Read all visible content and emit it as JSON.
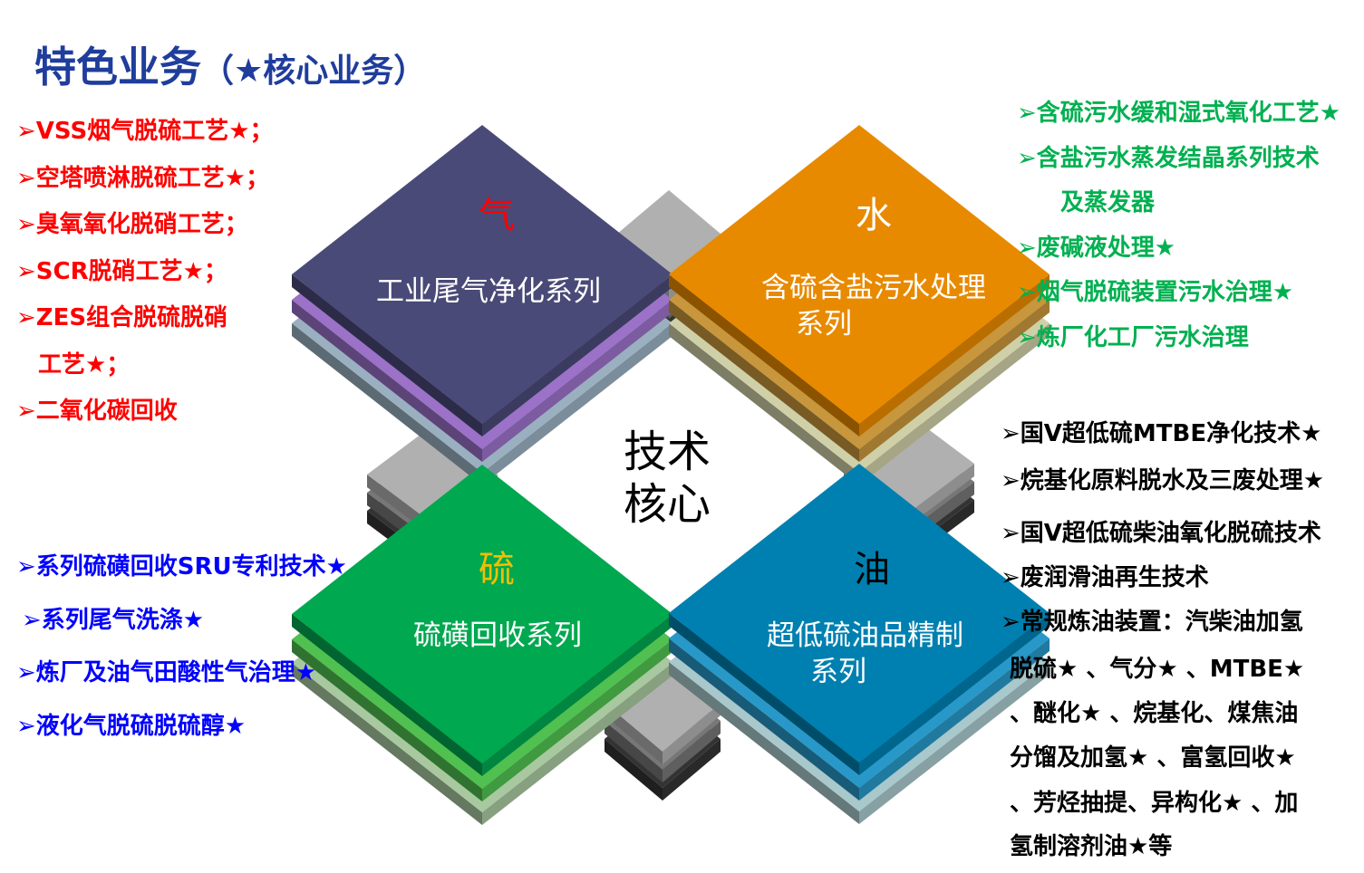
{
  "title": {
    "main": "特色业务",
    "sub": "（★核心业务）"
  },
  "center": {
    "line1": "技术",
    "line2": "核心"
  },
  "quadrants": [
    {
      "icon_char": "气",
      "label": "工业尾气净化系列",
      "label2": "",
      "colors": {
        "top": "#4a4a78",
        "mid": "#9b72c8",
        "bot": "#9ab0c0",
        "circle": "#ccccff",
        "char": "#ff0000"
      }
    },
    {
      "icon_char": "水",
      "label": "含硫含盐污水处理",
      "label2": "系列",
      "colors": {
        "top": "#e88a00",
        "mid": "#c8963c",
        "bot": "#d0d0a8",
        "circle": "#ffcc99",
        "char": "#ffffff"
      }
    },
    {
      "icon_char": "硫",
      "label": "硫磺回收系列",
      "label2": "",
      "colors": {
        "top": "#00a850",
        "mid": "#50c050",
        "bot": "#a8c8a0",
        "circle": "#ccffcc",
        "char": "#f0c000"
      }
    },
    {
      "icon_char": "油",
      "label": "超低硫油品精制",
      "label2": "系列",
      "colors": {
        "top": "#0080b0",
        "mid": "#2898c8",
        "bot": "#a8c8cc",
        "circle": "#ccffff",
        "char": "#000000"
      }
    }
  ],
  "lists": {
    "gas": [
      "VSS烟气脱硫工艺★；",
      "空塔喷淋脱硫工艺★；",
      "臭氧氧化脱硝工艺；",
      "SCR脱硝工艺★；",
      "ZES组合脱硫脱硝",
      "工艺★；",
      "二氧化碳回收"
    ],
    "water": [
      "含硫污水缓和湿式氧化工艺★",
      "含盐污水蒸发结晶系列技术",
      "及蒸发器",
      "废碱液处理★",
      "烟气脱硫装置污水治理★",
      "炼厂化工厂污水治理"
    ],
    "sulfur": [
      "系列硫磺回收SRU专利技术★",
      "系列尾气洗涤★",
      "炼厂及油气田酸性气治理★",
      "液化气脱硫脱硫醇★"
    ],
    "oil": [
      "国V超低硫MTBE净化技术★",
      "烷基化原料脱水及三废处理★",
      "国V超低硫柴油氧化脱硫技术",
      "废润滑油再生技术",
      "常规炼油装置：汽柴油加氢",
      "脱硫★ 、气分★ 、MTBE★",
      "、醚化★ 、烷基化、煤焦油",
      "分馏及加氢★ 、富氢回收★",
      "、芳烃抽提、异构化★ 、加",
      "氢制溶剂油★等"
    ]
  }
}
